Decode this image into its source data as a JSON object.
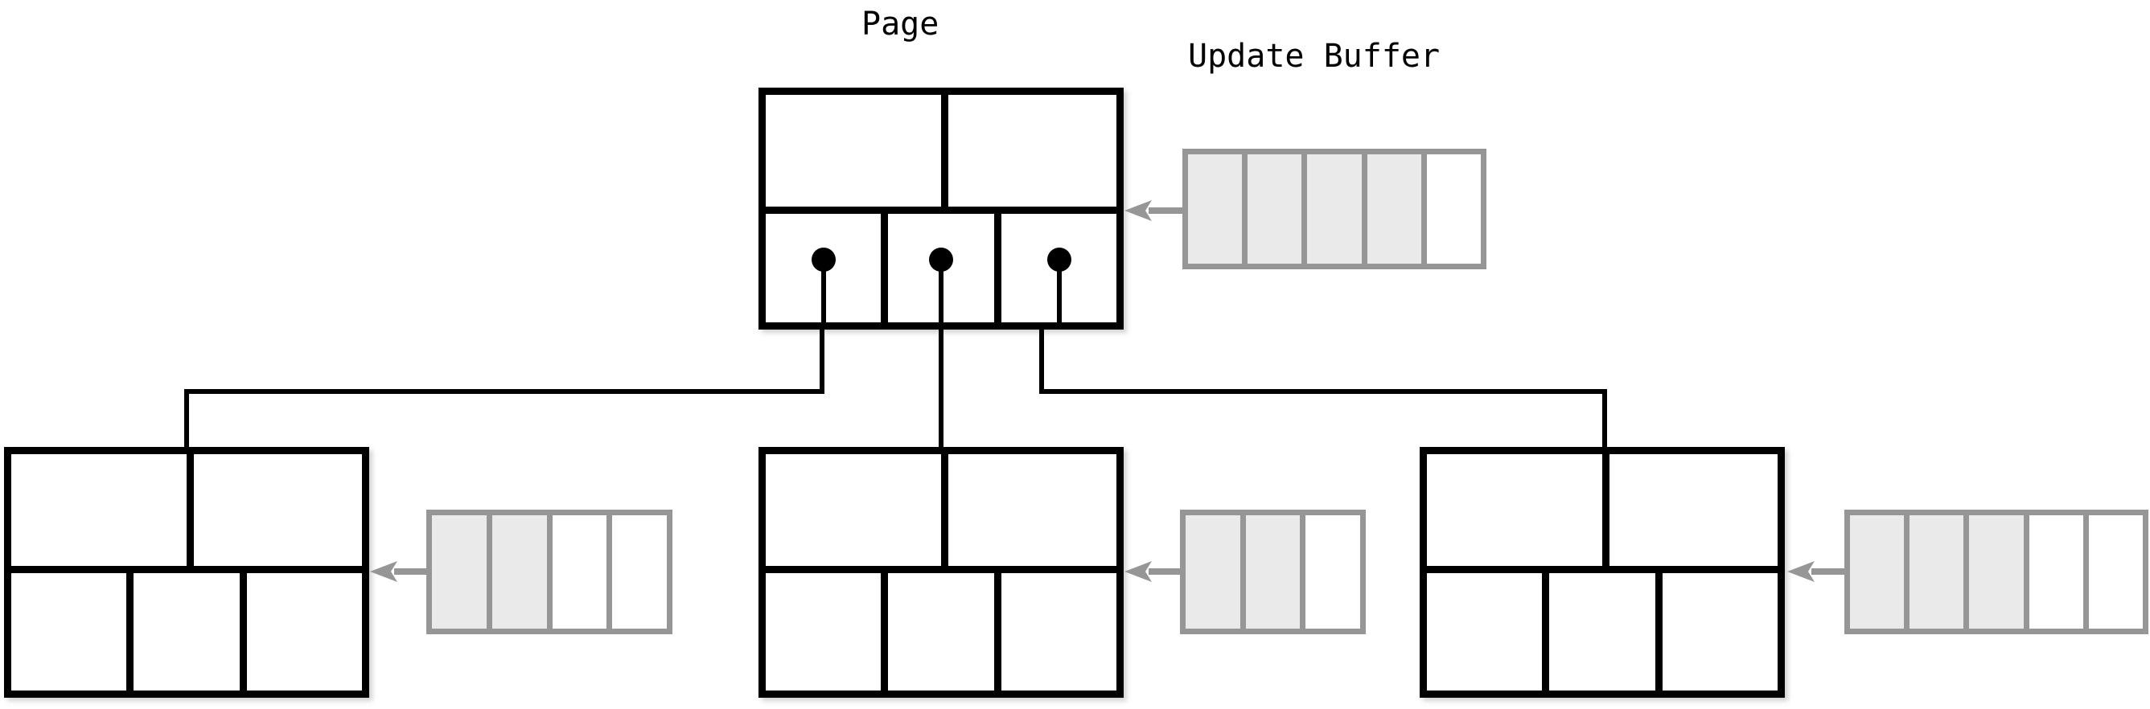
{
  "figure": {
    "type": "diagram",
    "subject": "Buffered B-tree page with per-node update buffers",
    "background_color": "#ffffff",
    "node_stroke_color": "#000000",
    "buffer_stroke_color": "#969696",
    "buffer_fill_color": "#eaeaea",
    "arrow_color": "#969696"
  },
  "labels": {
    "page": "Page",
    "update_buffer": "Update Buffer"
  },
  "nodes": [
    {
      "id": "root",
      "name": "root-page",
      "top_cells": 2,
      "bottom_cells": 3,
      "pointers": [
        {
          "index": 0,
          "target": "child-left"
        },
        {
          "index": 1,
          "target": "child-middle"
        },
        {
          "index": 2,
          "target": "child-right"
        }
      ]
    },
    {
      "id": "child-left",
      "name": "child-page-left",
      "top_cells": 2,
      "bottom_cells": 3,
      "pointers": []
    },
    {
      "id": "child-middle",
      "name": "child-page-middle",
      "top_cells": 2,
      "bottom_cells": 3,
      "pointers": []
    },
    {
      "id": "child-right",
      "name": "child-page-right",
      "top_cells": 2,
      "bottom_cells": 3,
      "pointers": []
    }
  ],
  "buffers": [
    {
      "id": "buffer-root",
      "attached_to": "root",
      "slots": 5,
      "filled": 4,
      "cells": [
        "filled",
        "filled",
        "filled",
        "filled",
        "empty"
      ]
    },
    {
      "id": "buffer-left",
      "attached_to": "child-left",
      "slots": 4,
      "filled": 2,
      "cells": [
        "filled",
        "filled",
        "empty",
        "empty"
      ]
    },
    {
      "id": "buffer-middle",
      "attached_to": "child-middle",
      "slots": 3,
      "filled": 2,
      "cells": [
        "filled",
        "filled",
        "empty"
      ]
    },
    {
      "id": "buffer-right",
      "attached_to": "child-right",
      "slots": 5,
      "filled": 3,
      "cells": [
        "filled",
        "filled",
        "filled",
        "empty",
        "empty"
      ]
    }
  ],
  "arrows": [
    {
      "id": "arrow-root",
      "from": "buffer-root",
      "to": "root",
      "direction": "left"
    },
    {
      "id": "arrow-left",
      "from": "buffer-left",
      "to": "child-left",
      "direction": "left"
    },
    {
      "id": "arrow-middle",
      "from": "buffer-middle",
      "to": "child-middle",
      "direction": "left"
    },
    {
      "id": "arrow-right",
      "from": "buffer-right",
      "to": "child-right",
      "direction": "left"
    }
  ]
}
